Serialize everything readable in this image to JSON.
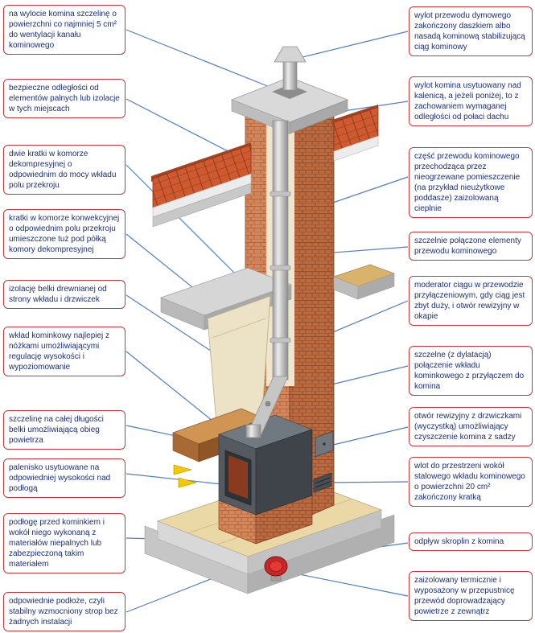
{
  "colors": {
    "label_border": "#c03a3a",
    "label_text": "#1b2e7a",
    "connector_line": "#4d7fc4",
    "brick": "#c97a4a",
    "roof_tile": "#cf5a30",
    "damper_red": "#c62828"
  },
  "left_labels": [
    {
      "text": "na wylocie komina szczelinę o powierzchni co najmniej 5 cm² do wentylacji kanału kominowego"
    },
    {
      "text": "bezpieczne odległości od elementów palnych lub izolacje w tych miejscach"
    },
    {
      "text": "dwie kratki w komorze dekompresyjnej o odpowiednim do mocy wkładu polu przekroju"
    },
    {
      "text": "kratki w komorze konwekcyjnej o odpowiednim polu przekroju umieszczone tuż pod półką komory dekompresyjnej"
    },
    {
      "text": "izolację belki drewnianej od strony wkładu i drzwiczek"
    },
    {
      "text": "wkład kominkowy najlepiej z nóżkami umożliwiającymi regulację wysokości i wypoziomowanie"
    },
    {
      "text": "szczelinę na całej długości belki umożliwiającą obieg powietrza"
    },
    {
      "text": "palenisko usytuowane na odpowiedniej wysokości nad podłogą"
    },
    {
      "text": "podłogę przed kominkiem i wokół niego wykonaną z materiałów niepalnych lub zabezpieczoną takim materiałem"
    },
    {
      "text": "odpowiednie podłoże, czyli stabilny wzmocniony strop bez żadnych instalacji"
    }
  ],
  "right_labels": [
    {
      "text": "wylot przewodu dymowego zakończony daszkiem albo nasadą kominową stabilizującą ciąg kominowy"
    },
    {
      "text": "wylot komina usytuowany nad kalenicą, a jeżeli poniżej, to z zachowaniem wymaganej odległości od połaci dachu"
    },
    {
      "text": "część przewodu kominowego przechodząca przez nieogrzewane pomieszczenie (na przykład nieużytkowe poddasze) zaizolowaną cieplnie"
    },
    {
      "text": "szczelnie połączone elementy przewodu kominowego"
    },
    {
      "text": "moderator ciągu w przewodzie przyłączeniowym, gdy ciąg jest zbyt duży, i otwór rewizyjny w okapie"
    },
    {
      "text": "szczelne (z dylatacją) połączenie wkładu kominkowego z przyłączem do komina"
    },
    {
      "text": "otwór rewizyjny z drzwiczkami (wyczystką) umożliwiający czyszczenie komina z sadzy"
    },
    {
      "text": "wlot do przestrzeni wokół stalowego wkładu kominowego o powierzchni 20 cm² zakończony kratką"
    },
    {
      "text": "odpływ skroplin z komina"
    },
    {
      "text": "zaizolowany termicznie i wyposażony w przepustnicę przewód doprowadzający powietrze z zewnątrz"
    }
  ]
}
